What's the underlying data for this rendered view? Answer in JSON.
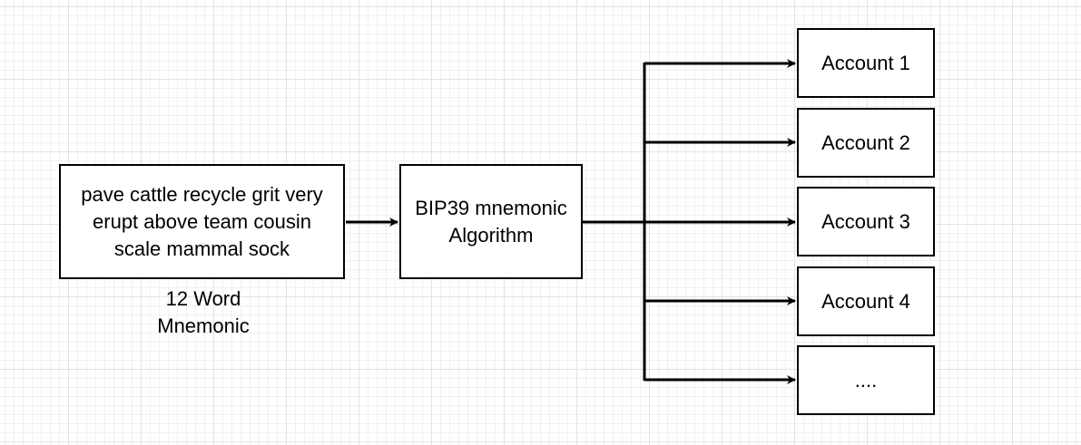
{
  "mnemonic": {
    "lines": [
      "pave cattle recycle grit very",
      "erupt above team cousin",
      "scale mammal sock"
    ],
    "caption_lines": [
      "12 Word",
      "Mnemonic"
    ]
  },
  "algorithm": {
    "lines": [
      "BIP39 mnemonic",
      "Algorithm"
    ]
  },
  "accounts": [
    "Account 1",
    "Account 2",
    "Account 3",
    "Account 4",
    "...."
  ],
  "colors": {
    "stroke": "#000000",
    "grid_major": "#e3e3e3",
    "grid_minor": "#f1f1f1",
    "background": "#ffffff"
  }
}
